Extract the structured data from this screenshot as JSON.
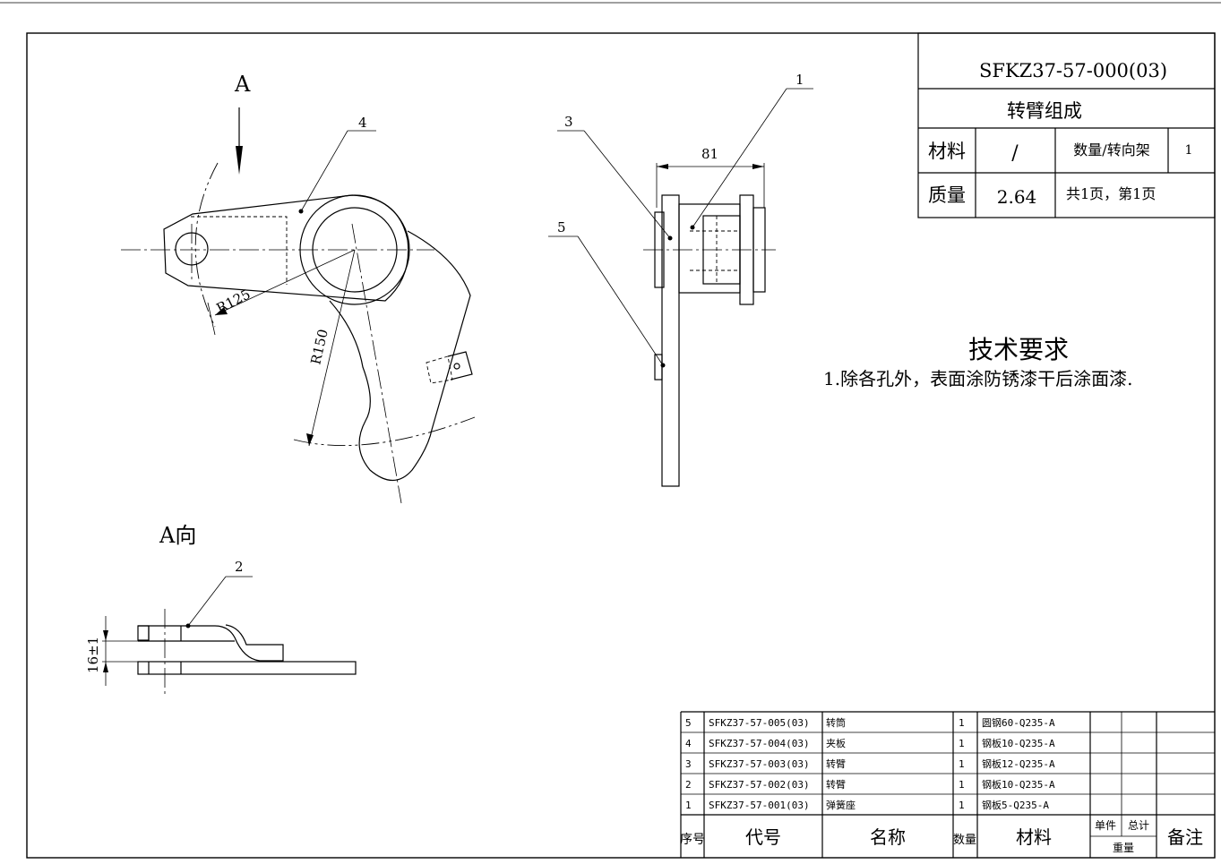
{
  "title_block": {
    "drawing_no": "SFKZ37-57-000(03)",
    "name": "转臂组成",
    "material_label": "材料",
    "material_value": "/",
    "qty_label": "数量/转向架",
    "qty_value": "1",
    "weight_label": "质量",
    "weight_value": "2.64",
    "sheets": "共1页，第1页"
  },
  "tech_req": {
    "title": "技术要求",
    "items": [
      "1.除各孔外，表面涂防锈漆干后涂面漆."
    ]
  },
  "views": {
    "main_arrow_label": "A",
    "view_a_label": "A向"
  },
  "balloons": {
    "b1": "1",
    "b2": "2",
    "b3": "3",
    "b4": "4",
    "b5": "5"
  },
  "dimensions": {
    "r125": "R125",
    "r150": "R150",
    "width": "81",
    "height": "16±1"
  },
  "bom": {
    "headers": {
      "seq": "序号",
      "code": "代号",
      "name": "名称",
      "qty": "数量",
      "material": "材料",
      "unit": "单件",
      "total": "总计",
      "weight": "重量",
      "remark": "备注"
    },
    "rows": [
      {
        "seq": "5",
        "code": "SFKZ37-57-005(03)",
        "name": "转筒",
        "qty": "1",
        "material": "圆钢60-Q235-A"
      },
      {
        "seq": "4",
        "code": "SFKZ37-57-004(03)",
        "name": "夹板",
        "qty": "1",
        "material": "钢板10-Q235-A"
      },
      {
        "seq": "3",
        "code": "SFKZ37-57-003(03)",
        "name": "转臂",
        "qty": "1",
        "material": "钢板12-Q235-A"
      },
      {
        "seq": "2",
        "code": "SFKZ37-57-002(03)",
        "name": "转臂",
        "qty": "1",
        "material": "钢板10-Q235-A"
      },
      {
        "seq": "1",
        "code": "SFKZ37-57-001(03)",
        "name": "弹簧座",
        "qty": "1",
        "material": "钢板5-Q235-A"
      }
    ]
  }
}
